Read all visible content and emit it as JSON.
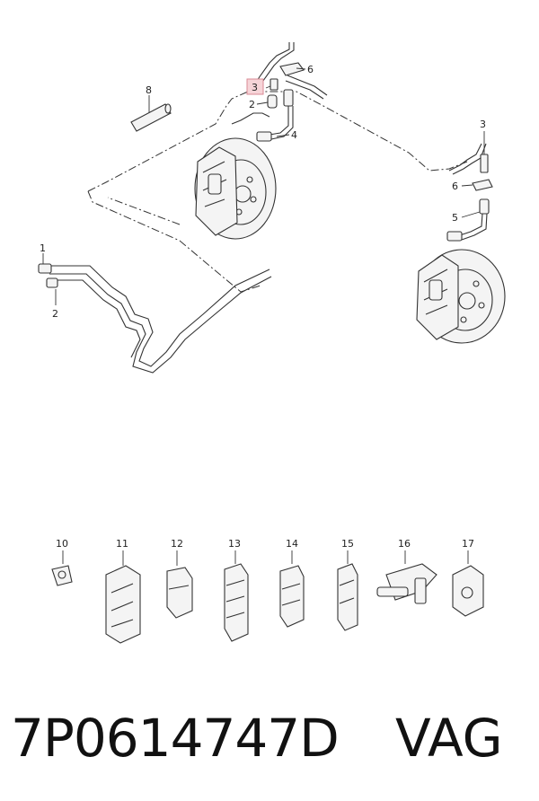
{
  "callouts": [
    {
      "id": "c8",
      "text": "8"
    },
    {
      "id": "c3a",
      "text": "3",
      "highlighted": true
    },
    {
      "id": "c2a",
      "text": "2"
    },
    {
      "id": "c6a",
      "text": "6"
    },
    {
      "id": "c4",
      "text": "4"
    },
    {
      "id": "c3b",
      "text": "3"
    },
    {
      "id": "c6b",
      "text": "6"
    },
    {
      "id": "c5",
      "text": "5"
    },
    {
      "id": "c1",
      "text": "1"
    },
    {
      "id": "c2b",
      "text": "2"
    },
    {
      "id": "c10",
      "text": "10"
    },
    {
      "id": "c11",
      "text": "11"
    },
    {
      "id": "c12",
      "text": "12"
    },
    {
      "id": "c13",
      "text": "13"
    },
    {
      "id": "c14",
      "text": "14"
    },
    {
      "id": "c15",
      "text": "15"
    },
    {
      "id": "c16",
      "text": "16"
    },
    {
      "id": "c17",
      "text": "17"
    }
  ],
  "colors": {
    "highlight_fill": "#f6d4d8",
    "highlight_stroke": "#d98a94",
    "ink": "#333333"
  },
  "footer": {
    "part_number": "7P0614747D",
    "brand": "VAG"
  }
}
